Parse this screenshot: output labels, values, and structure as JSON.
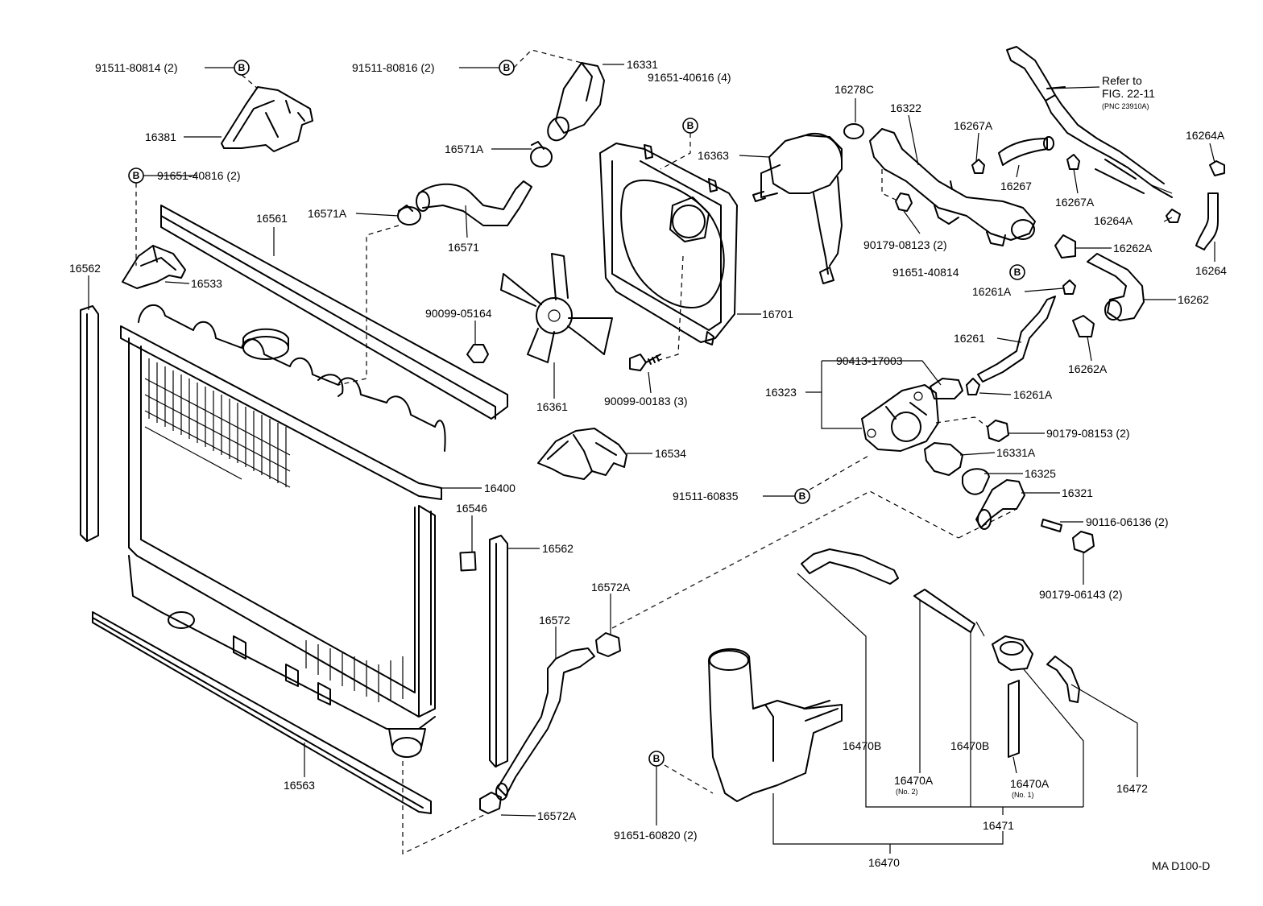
{
  "diagram": {
    "code": "MA D100-D",
    "bolt_symbol": "B",
    "refer": {
      "line1": "Refer to",
      "line2": "FIG. 22-11",
      "line3": "(PNC 23910A)"
    },
    "labels": {
      "l_91511_80814": "91511-80814 (2)",
      "l_16381": "16381",
      "l_91651_40816": "91651-40816 (2)",
      "l_16533": "16533",
      "l_16562_left": "16562",
      "l_16561": "16561",
      "l_91511_80816": "91511-80816 (2)",
      "l_16331": "16331",
      "l_91651_40616": "91651-40616 (4)",
      "l_16571a_top": "16571A",
      "l_16571a_mid": "16571A",
      "l_16571": "16571",
      "l_90099_05164": "90099-05164",
      "l_16361": "16361",
      "l_16363": "16363",
      "l_16701": "16701",
      "l_90099_00183": "90099-00183 (3)",
      "l_16278c": "16278C",
      "l_16322": "16322",
      "l_90179_08123": "90179-08123 (2)",
      "l_91651_40814": "91651-40814",
      "l_16267a_top": "16267A",
      "l_16267": "16267",
      "l_16267a_bot": "16267A",
      "l_16264a_top": "16264A",
      "l_16264a_mid": "16264A",
      "l_16264": "16264",
      "l_16262a_top": "16262A",
      "l_16262": "16262",
      "l_16262a_bot": "16262A",
      "l_16261a_top": "16261A",
      "l_16261": "16261",
      "l_16261a_bot": "16261A",
      "l_90413_17003": "90413-17003",
      "l_16323": "16323",
      "l_90179_08153": "90179-08153 (2)",
      "l_16331a": "16331A",
      "l_16325": "16325",
      "l_16321": "16321",
      "l_91511_60835": "91511-60835",
      "l_90116_06136": "90116-06136 (2)",
      "l_90179_06143": "90179-06143 (2)",
      "l_16534": "16534",
      "l_16400": "16400",
      "l_16546": "16546",
      "l_16562_right": "16562",
      "l_16572a_top": "16572A",
      "l_16572": "16572",
      "l_16572a_bot": "16572A",
      "l_16563": "16563",
      "l_91651_60820": "91651-60820 (2)",
      "l_16470b_left": "16470B",
      "l_16470b_right": "16470B",
      "l_16470a_no2": "16470A",
      "l_no2": "(No. 2)",
      "l_16470a_no1": "16470A",
      "l_no1": "(No. 1)",
      "l_16472": "16472",
      "l_16471": "16471",
      "l_16470": "16470"
    }
  }
}
